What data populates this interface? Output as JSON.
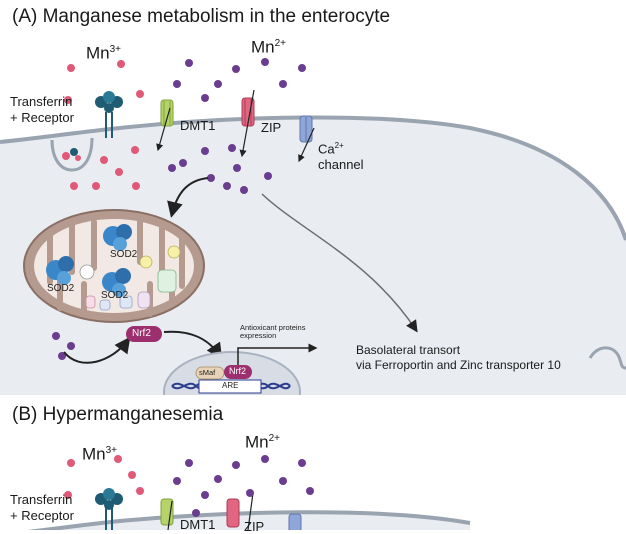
{
  "panel_a": {
    "title": "(A) Manganese metabolism in the enterocyte",
    "mn3_base": "Mn",
    "mn3_charge": "3+",
    "mn2_base": "Mn",
    "mn2_charge": "2+",
    "transferrin_line1": "Transferrin",
    "transferrin_line2": "+ Receptor",
    "dmt1": "DMT1",
    "zip": "ZIP",
    "ca_base": "Ca",
    "ca_charge": "2+",
    "ca_line2": "channel",
    "sod2_1": "SOD2",
    "sod2_2": "SOD2",
    "sod2_3": "SOD2",
    "nrf2": "Nrf2",
    "nrf2_nucleus": "Nrf2",
    "smaf": "sMaf",
    "are": "ARE",
    "antioxidant_line1": "Antioxicant proteins",
    "antioxidant_line2": "expression",
    "basolateral_line1": "Basolateral transort",
    "basolateral_line2": "via Ferroportin and Zinc transporter 10"
  },
  "panel_b": {
    "title": "(B) Hypermanganesemia",
    "mn3_base": "Mn",
    "mn3_charge": "3+",
    "mn2_base": "Mn",
    "mn2_charge": "2+",
    "transferrin_line1": "Transferrin",
    "transferrin_line2": "+ Receptor",
    "dmt1": "DMT1",
    "zip": "ZIP"
  },
  "colors": {
    "mn3_dot": "#e05a78",
    "mn2_dot": "#6a3d8f",
    "cell_fill": "#e9ecf1",
    "membrane": "#9aa3b0",
    "dmt1": "#b6d36a",
    "zip": "#e0677f",
    "ca_channel": "#8fa6d8",
    "mito_outer": "#b59a8f",
    "mito_inner": "#f3e9e4",
    "sod2": "#3a86c8",
    "nrf2": "#9c2f6e",
    "nucleus": "#d7dce5"
  },
  "icons": [
    "transferrin-receptor-icon",
    "dmt1-transporter-icon",
    "zip-transporter-icon",
    "calcium-channel-icon",
    "mitochondrion-icon",
    "sod2-enzyme-icon",
    "nucleus-icon",
    "dna-icon"
  ]
}
